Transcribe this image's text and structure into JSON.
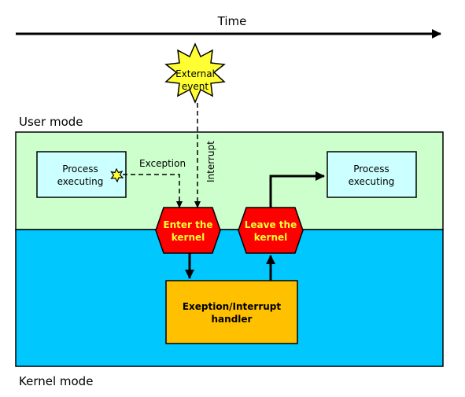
{
  "timeline": {
    "label": "Time"
  },
  "user_mode": {
    "label": "User mode",
    "color": "#ccffcc"
  },
  "kernel_mode": {
    "label": "Kernel mode",
    "color": "#00c8ff"
  },
  "external_event": {
    "line1": "External",
    "line2": "event",
    "color": "#ffff33"
  },
  "process_left": {
    "line1": "Process",
    "line2": "executing",
    "color": "#ccffff"
  },
  "process_right": {
    "line1": "Process",
    "line2": "executing",
    "color": "#ccffff"
  },
  "exception_label": "Exception",
  "interrupt_label": "Interrupt",
  "enter_kernel": {
    "line1": "Enter the",
    "line2": "kernel",
    "color": "#ff0000"
  },
  "leave_kernel": {
    "line1": "Leave the",
    "line2": "kernel",
    "color": "#ff0000"
  },
  "handler": {
    "line1": "Exeption/Interrupt",
    "line2": "handler",
    "color": "#ffc000"
  }
}
